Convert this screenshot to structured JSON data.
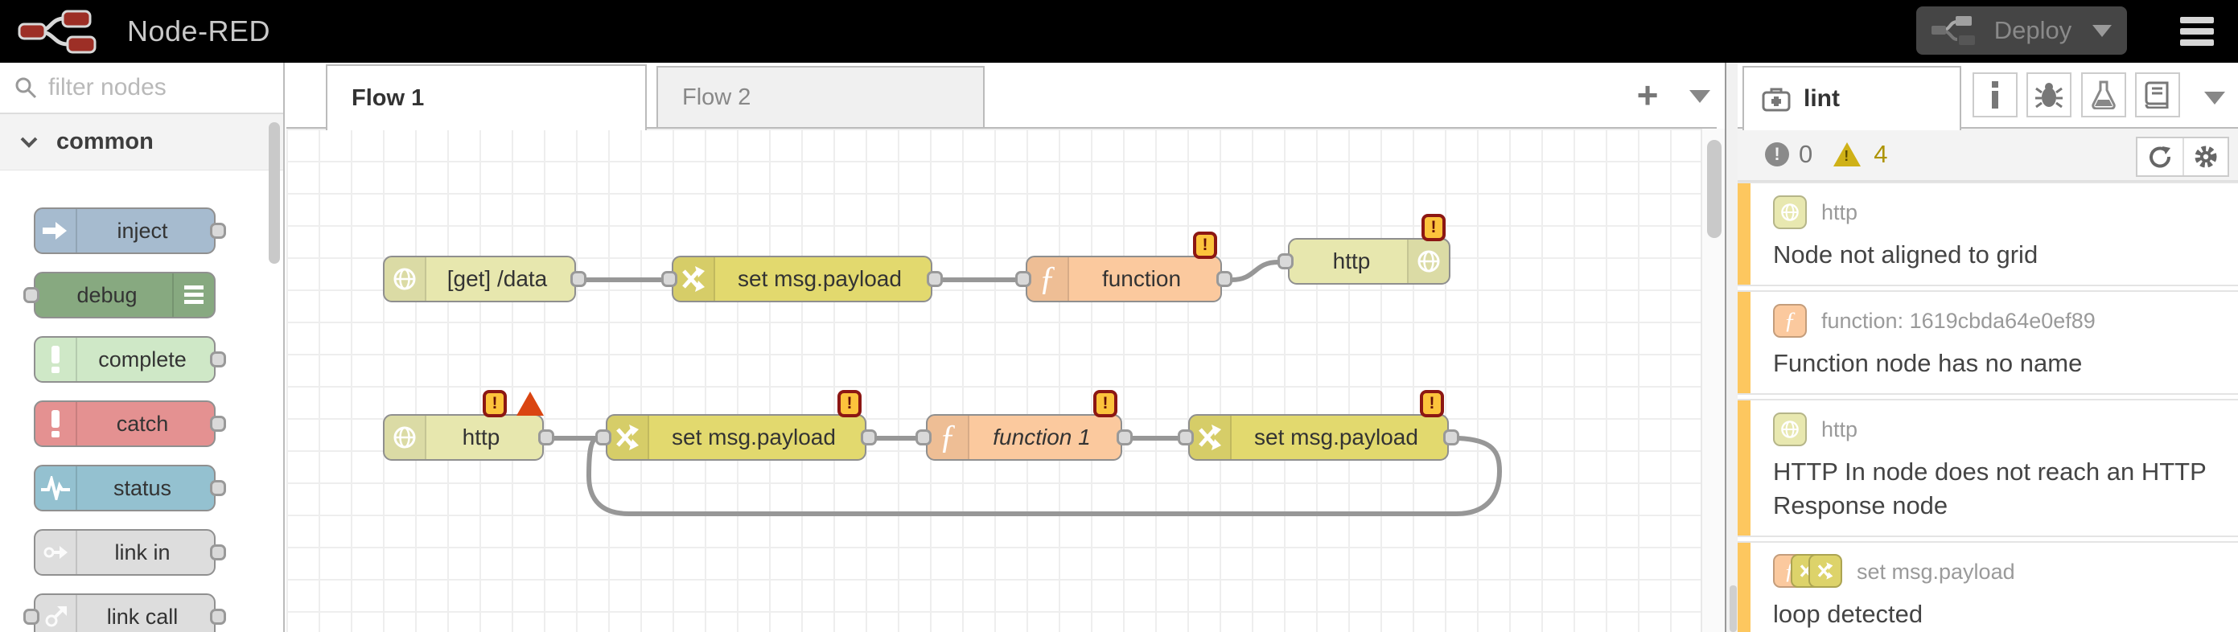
{
  "header": {
    "app_title": "Node-RED",
    "deploy": {
      "label": "Deploy"
    }
  },
  "palette": {
    "search_placeholder": "filter nodes",
    "category_label": "common",
    "items": [
      {
        "label": "inject",
        "color": "#a6bbcf",
        "icon": "inject-arrow-icon",
        "ports": "out"
      },
      {
        "label": "debug",
        "color": "#87a980",
        "icon": "debug-sidebar-icon",
        "ports": "in"
      },
      {
        "label": "complete",
        "color": "#cfe8c7",
        "icon": "exclamation-icon",
        "ports": "out"
      },
      {
        "label": "catch",
        "color": "#e49191",
        "icon": "exclamation-icon",
        "ports": "out"
      },
      {
        "label": "status",
        "color": "#94c1d0",
        "icon": "heartbeat-icon",
        "ports": "out"
      },
      {
        "label": "link in",
        "color": "#dddddd",
        "icon": "link-in-icon",
        "ports": "out"
      },
      {
        "label": "link call",
        "color": "#dddddd",
        "icon": "link-call-icon",
        "ports": "both"
      }
    ]
  },
  "workspace": {
    "tabs": [
      {
        "label": "Flow 1",
        "active": true
      },
      {
        "label": "Flow 2",
        "active": false
      }
    ],
    "add_tab_label": "+",
    "nodes": [
      {
        "label": "[get] /data",
        "type": "http in"
      },
      {
        "label": "set msg.payload",
        "type": "change"
      },
      {
        "label": "function",
        "type": "function"
      },
      {
        "label": "http",
        "type": "http response"
      },
      {
        "label": "http",
        "type": "http in"
      },
      {
        "label": "set msg.payload",
        "type": "change"
      },
      {
        "label": "function 1",
        "type": "function"
      },
      {
        "label": "set msg.payload",
        "type": "change"
      }
    ]
  },
  "sidebar": {
    "active_tab_label": "lint",
    "error_count": "0",
    "warning_count": "4",
    "issues": [
      {
        "node_label": "http",
        "message": "Node not aligned to grid",
        "severity": "warning"
      },
      {
        "node_label": "function: 1619cbda64e0ef89",
        "message": "Function node has no name",
        "severity": "warning"
      },
      {
        "node_label": "http",
        "message": "HTTP In node does not reach an HTTP Response node",
        "severity": "warning"
      },
      {
        "node_label": "set msg.payload",
        "message": "loop detected",
        "severity": "warning"
      }
    ]
  },
  "colors": {
    "http_node": "#e7e7ae",
    "change_node": "#e2d96e",
    "function_node": "#fbc99e",
    "warning_badge_bg": "#fcc33c",
    "warning_badge_border": "#8c1713",
    "error_triangle": "#da4511",
    "issue_stripe": "#fdc75f",
    "logo_red": "#9d2f26"
  }
}
